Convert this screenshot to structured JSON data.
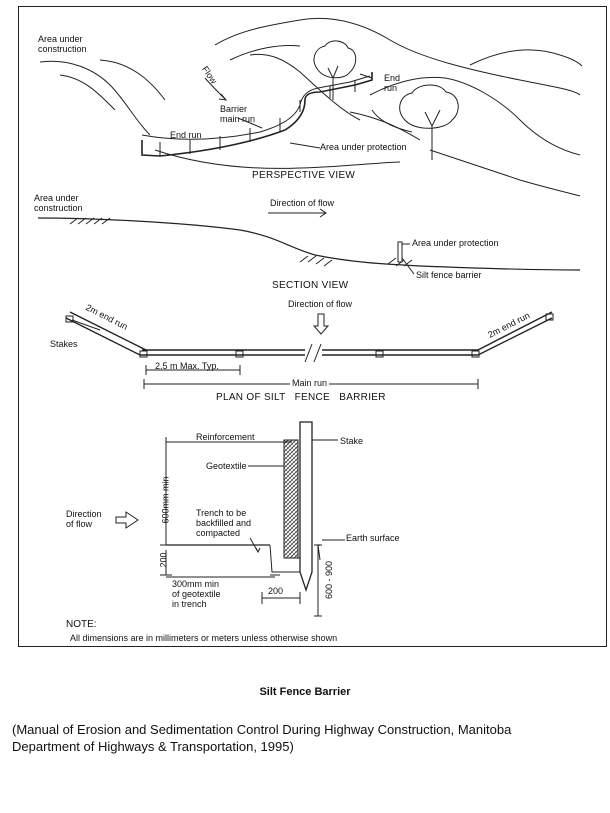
{
  "perspective": {
    "area_under_construction_l1": "Area under",
    "area_under_construction_l2": "construction",
    "flow": "Flow",
    "barrier_main_run_l1": "Barrier",
    "barrier_main_run_l2": "main run",
    "end_run_left": "End run",
    "end_run_right_l1": "End",
    "end_run_right_l2": "run",
    "area_under_protection": "Area under protection",
    "title": "PERSPECTIVE VIEW"
  },
  "section": {
    "area_under_construction_l1": "Area under",
    "area_under_construction_l2": "construction",
    "direction_of_flow": "Direction of flow",
    "area_under_protection": "Area under protection",
    "silt_fence_barrier": "Silt fence barrier",
    "title": "SECTION VIEW"
  },
  "plan": {
    "direction_of_flow": "Direction of flow",
    "end_run_left": "2m end run",
    "end_run_right": "2m end run",
    "stakes": "Stakes",
    "spacing": "2.5 m Max. Typ.",
    "main_run": "Main run",
    "title": "PLAN OF SILT   FENCE   BARRIER"
  },
  "detail": {
    "reinforcement": "Reinforcement",
    "stake": "Stake",
    "geotextile": "Geotextile",
    "height_dim": "600mm min",
    "direction_l1": "Direction",
    "direction_l2": "of flow",
    "trench_l1": "Trench to be",
    "trench_l2": "backfilled and",
    "trench_l3": "compacted",
    "earth_surface": "Earth surface",
    "dim_200_left": "200",
    "geotextile_min_l1": "300mm min",
    "geotextile_min_l2": "of geotextile",
    "geotextile_min_l3": "in trench",
    "dim_200_bottom": "200",
    "stake_depth": "600 - 900",
    "note_title": "NOTE:",
    "note_text": "All dimensions are in millimeters or meters unless otherwise shown"
  },
  "caption": {
    "title": "Silt Fence Barrier",
    "source": "(Manual of Erosion and Sedimentation Control During Highway Construction, Manitoba Department of Highways & Transportation, 1995)"
  }
}
